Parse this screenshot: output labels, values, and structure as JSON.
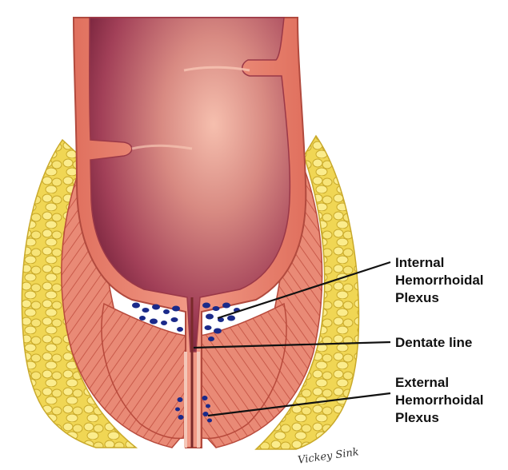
{
  "labels": {
    "internal_line1": "Internal",
    "internal_line2": "Hemorrhoidal",
    "internal_line3": "Plexus",
    "dentate": "Dentate line",
    "external_line1": "External",
    "external_line2": "Hemorrhoidal",
    "external_line3": "Plexus"
  },
  "signature": "Vickey Sink",
  "colors": {
    "fat": "#f2dc52",
    "muscle": "#e8806e",
    "lumen": "#8a2a40",
    "plexus": "#1a2a8a"
  }
}
